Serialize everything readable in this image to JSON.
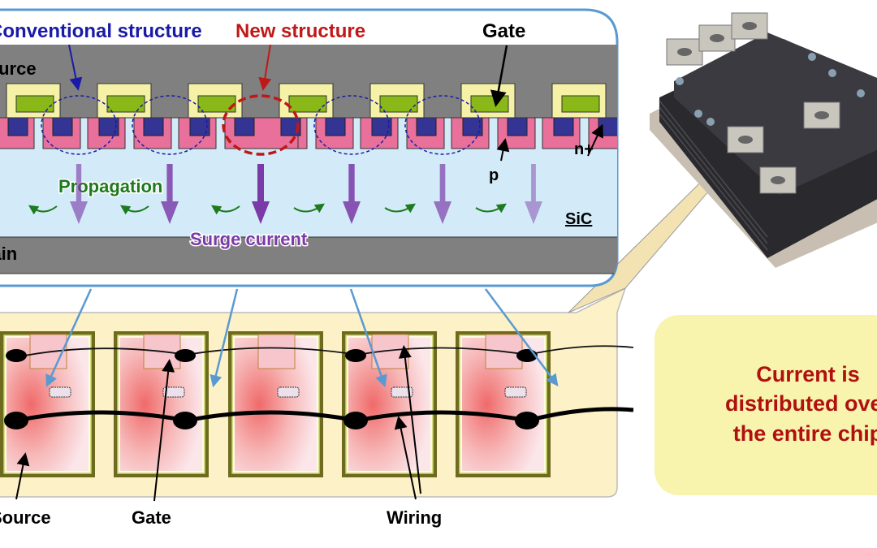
{
  "cross_section": {
    "labels": {
      "conventional": "Conventional structure",
      "new": "New structure",
      "gate": "Gate",
      "source": "Source",
      "drain": "Drain",
      "p": "p",
      "n_plus": "n+",
      "propagation": "Propagation",
      "surge_current": "Surge current",
      "sic": "SiC"
    },
    "colors": {
      "conventional": "#1a1aa8",
      "new": "#c01818",
      "propagation": "#1e7a1e",
      "surge": "#7a3aa8",
      "metal": "#808080",
      "substrate": "#d3ebf8",
      "p_region": "#e8709a",
      "n_plus": "#343494",
      "gate_oxide": "#f5f2a8",
      "gate_poly": "#8ab818"
    },
    "surge_arrow_intensity": [
      0.45,
      0.75,
      1.0,
      0.8,
      0.55,
      0.25
    ]
  },
  "chip_view": {
    "labels": {
      "source": "Source",
      "gate": "Gate",
      "wiring": "Wiring"
    }
  },
  "callout": {
    "lines": [
      "Current is",
      "distributed over",
      "the entire chip"
    ],
    "color": "#b01010"
  }
}
